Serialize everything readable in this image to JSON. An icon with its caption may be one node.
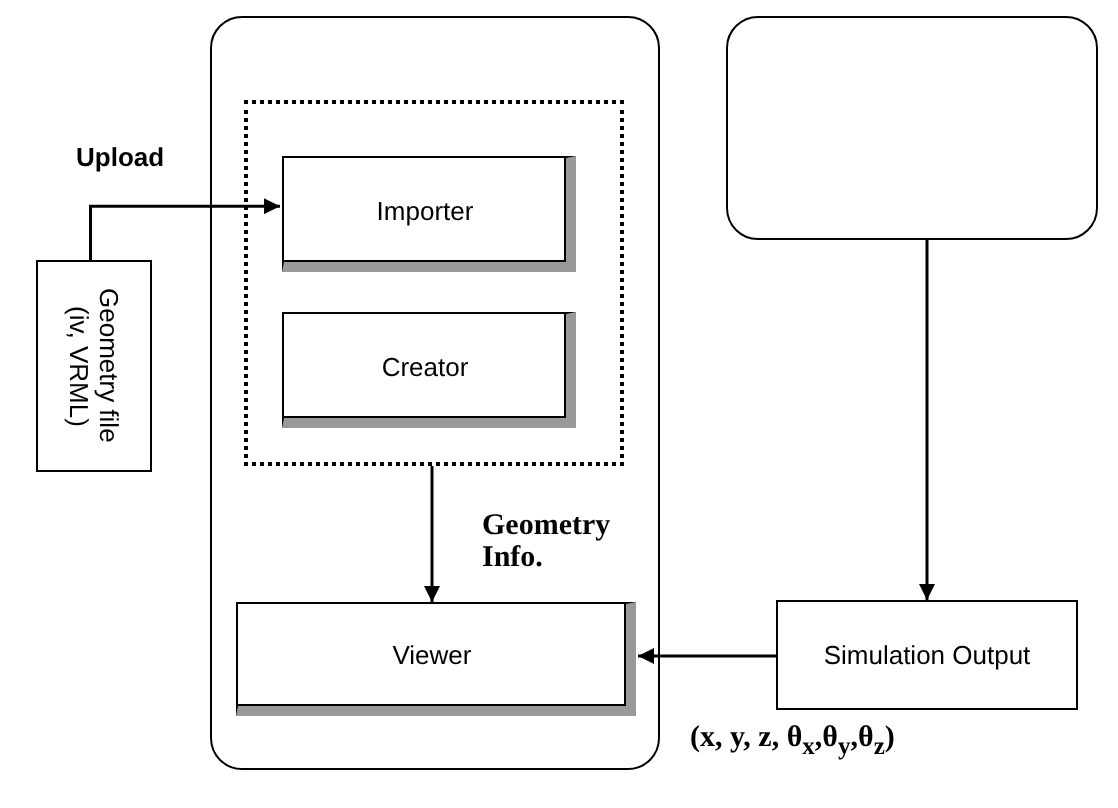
{
  "diagram": {
    "nodes": [
      {
        "text": [],
        "shape": "box"
      },
      {
        "text": [],
        "shape": "box",
        "in": 0
      },
      {
        "text": [
          "Importer"
        ],
        "in": 1
      },
      {
        "text": [
          "Creator"
        ],
        "in": 1
      },
      {
        "text": [
          "Viewer"
        ],
        "in": 0
      },
      {
        "text": [],
        "shape": "box"
      },
      {
        "text": [
          "Simulation Output"
        ]
      },
      {
        "text": [
          "Geometry file (iv, VRML)"
        ]
      }
    ],
    "edges": [
      {
        "from": 7,
        "to": 2,
        "arrow": "to",
        "label": "Upload"
      },
      {
        "from": 1,
        "to": 4,
        "arrow": "to",
        "label": "Geometry Info."
      },
      {
        "from": 5,
        "to": 6,
        "arrow": "to"
      },
      {
        "from": 6,
        "to": 4,
        "arrow": "to",
        "label": "(x, y, z, θ$_{x}$,θ$_{y}$,θ$_{z}$)"
      }
    ]
  }
}
